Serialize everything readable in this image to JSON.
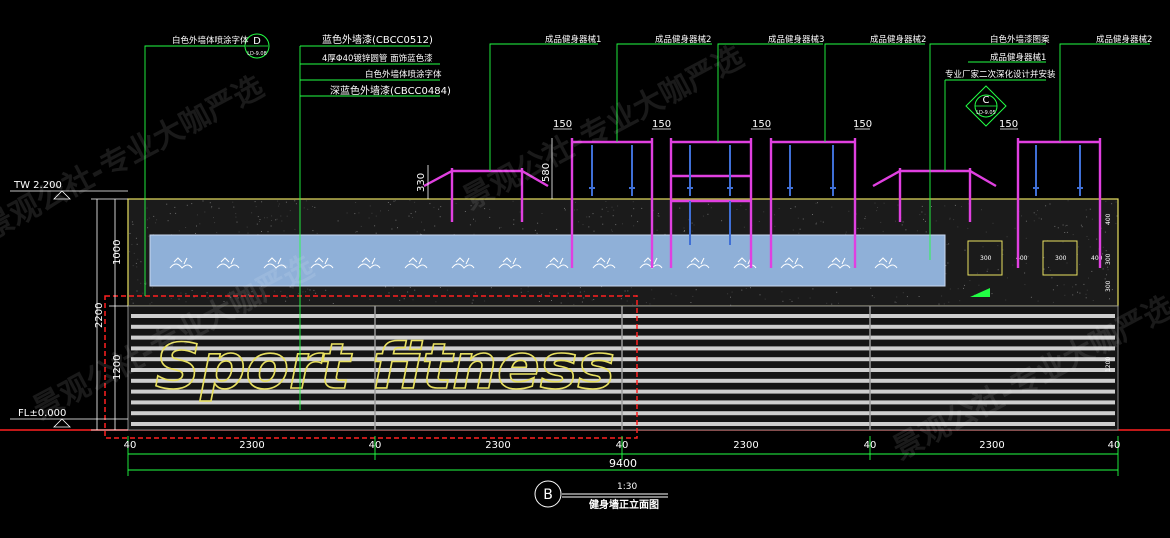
{
  "colors": {
    "background": "#000000",
    "leader": "#22ff44",
    "dim": "#ffffff",
    "wall_outline": "#e8e060",
    "equipment": "#e040e0",
    "equipment_blue": "#3f6fd6",
    "band": "#8fb0d8",
    "logo": "#e8e060",
    "red_boundary": "#ff2020",
    "base_line": "#ff2020"
  },
  "callouts_left": {
    "white_text": "白色外墙体喷涂字体",
    "blue_paint": "蓝色外墙漆(CBCC0512)",
    "steel_pipe": "4厚Φ40镀锌圆管  面饰蓝色漆",
    "white_text_2": "白色外墙体喷涂字体",
    "dark_blue_paint": "深蓝色外墙漆(CBCC0484)"
  },
  "callouts_top": {
    "eq1": "成品健身器械1",
    "eq2a": "成品健身器械2",
    "eq3": "成品健身器械3",
    "eq2b": "成品健身器械2",
    "white_pattern": "白色外墙漆图案",
    "eq2c": "成品健身器械2",
    "eq1b": "成品健身器械1",
    "vendor": "专业厂家二次深化设计并安装"
  },
  "detail_tag_d": {
    "letter": "D",
    "ref": "LD-9.08"
  },
  "detail_tag_c": {
    "letter": "C",
    "ref": "LD-9.05"
  },
  "levels": {
    "top": "TW 2.200",
    "bottom": "FL±0.000"
  },
  "dims_vertical": {
    "d2200": "2200",
    "d1000": "1000",
    "d1200": "1200",
    "d330": "330",
    "d580": "580"
  },
  "dims_top": [
    "150",
    "150",
    "150",
    "150",
    "150"
  ],
  "dims_right_small": [
    "400",
    "300",
    "300",
    "1200"
  ],
  "box_labels": [
    "300",
    "400",
    "300",
    "400"
  ],
  "dims_bottom": {
    "segments": [
      "40",
      "2300",
      "40",
      "2300",
      "40",
      "2300",
      "40",
      "2300",
      "40"
    ],
    "total": "9400"
  },
  "logo_text": "Sport fitness",
  "title": {
    "letter": "B",
    "scale": "1:30",
    "name": "健身墙正立面图"
  },
  "watermarks": [
    "景观公社-专业大咖严选",
    "景观公社-专业大咖严选",
    "景观公社-专业大咖严选",
    "景观公社-专业大咖严选"
  ]
}
